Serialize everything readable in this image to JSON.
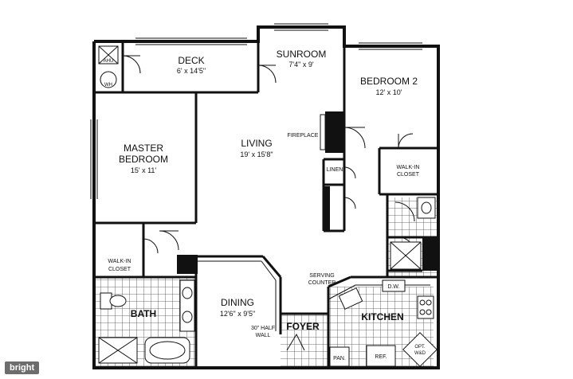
{
  "rooms": {
    "deck": {
      "name": "DECK",
      "dims": "6' x 14'5\""
    },
    "sunroom": {
      "name": "SUNROOM",
      "dims": "7'4\" x 9'"
    },
    "bedroom2": {
      "name": "BEDROOM 2",
      "dims": "12' x 10'"
    },
    "living": {
      "name": "LIVING",
      "dims": "19' x 15'8\""
    },
    "master": {
      "name_line1": "MASTER",
      "name_line2": "BEDROOM",
      "dims": "15' x 11'"
    },
    "dining": {
      "name": "DINING",
      "dims": "12'6\" x 9'5\""
    },
    "bath": {
      "name": "BATH"
    },
    "foyer": {
      "name": "FOYER"
    },
    "kitchen": {
      "name": "KITCHEN"
    }
  },
  "labels": {
    "fireplace": "FIREPLACE",
    "linen": "LINEN",
    "walkin_closet_line1": "WALK-IN",
    "walkin_closet_line2": "CLOSET",
    "serving_counter_line1": "SERVING",
    "serving_counter_line2": "COUNTER",
    "dw": "D.W.",
    "half_wall_line1": "30\" HALF",
    "half_wall_line2": "WALL",
    "pan": "PAN.",
    "ref": "REF.",
    "opt_line1": "OPT.",
    "opt_line2": "W&D",
    "ahu": "AHU",
    "wh": "WH"
  },
  "watermark": "bright"
}
